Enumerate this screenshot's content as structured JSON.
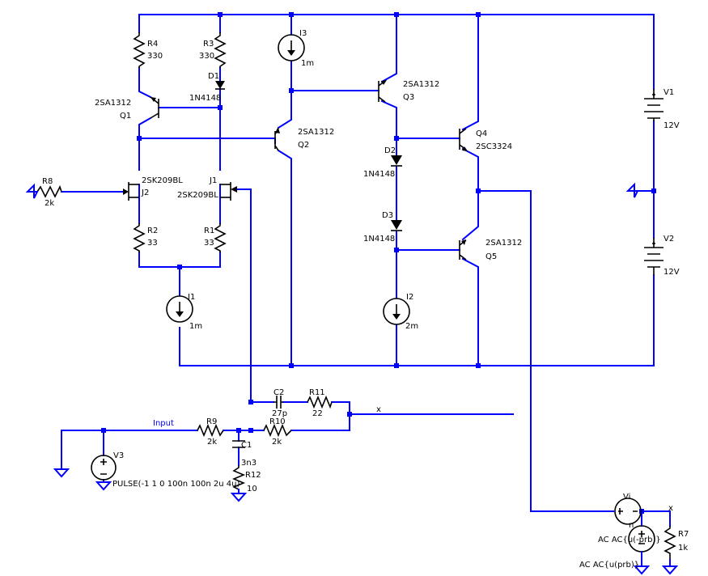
{
  "components": {
    "R4": {
      "name": "R4",
      "value": "330"
    },
    "R3": {
      "name": "R3",
      "value": "330"
    },
    "D1": {
      "name": "D1",
      "value": "1N4148"
    },
    "Q1": {
      "name": "Q1",
      "model": "2SA1312"
    },
    "Q2": {
      "name": "Q2",
      "model": "2SA1312"
    },
    "Q3": {
      "name": "Q3",
      "model": "2SA1312"
    },
    "Q4": {
      "name": "Q4",
      "model": "2SC3324"
    },
    "Q5": {
      "name": "Q5",
      "model": "2SA1312"
    },
    "J1": {
      "name": "J1",
      "model": "2SK209BL"
    },
    "J2": {
      "name": "J2",
      "model": "2SK209BL"
    },
    "R8": {
      "name": "R8",
      "value": "2k"
    },
    "R2": {
      "name": "R2",
      "value": "33"
    },
    "R1": {
      "name": "R1",
      "value": "33"
    },
    "I1": {
      "name": "I1",
      "value": "1m"
    },
    "I2": {
      "name": "I2",
      "value": "2m"
    },
    "I3": {
      "name": "I3",
      "value": "1m"
    },
    "D2": {
      "name": "D2",
      "value": "1N4148"
    },
    "D3": {
      "name": "D3",
      "value": "1N4148"
    },
    "V1": {
      "name": "V1",
      "value": "12V"
    },
    "V2": {
      "name": "V2",
      "value": "12V"
    },
    "C2": {
      "name": "C2",
      "value": "27p"
    },
    "R11": {
      "name": "R11",
      "value": "22"
    },
    "R9": {
      "name": "R9",
      "value": "2k"
    },
    "R10": {
      "name": "R10",
      "value": "2k"
    },
    "C1": {
      "name": "C1",
      "value": "3n3"
    },
    "R12": {
      "name": "R12",
      "value": "10"
    },
    "V3": {
      "name": "V3",
      "value": "PULSE(-1 1 0 100n 100n 2u 4u)"
    },
    "Vi": {
      "name": "Vi",
      "node": "n"
    },
    "R7": {
      "name": "R7",
      "value": "1k"
    },
    "probe_src": {
      "value1": "AC AC{u(-prb)}",
      "value2": "AC AC{u(prb)}"
    }
  },
  "nets": {
    "input": "Input",
    "x1": "x",
    "x2": "x"
  }
}
